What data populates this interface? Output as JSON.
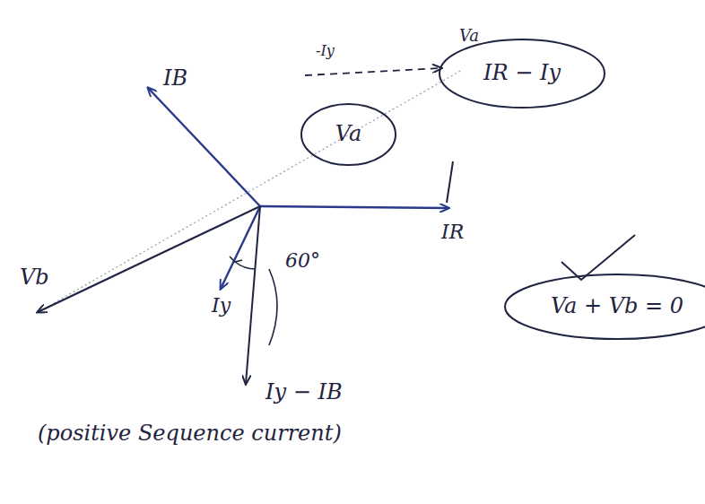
{
  "diagram": {
    "nodes": [
      {
        "text": [
          "IR − Iy"
        ]
      },
      {
        "text": [
          "Va"
        ]
      },
      {
        "text": [
          "Va + Vb = 0"
        ]
      }
    ],
    "labels": [
      "IB",
      "Vb",
      "Iy",
      "60°",
      "Iy − IB",
      "(positive Sequence current)",
      "IR",
      "-Iy",
      "Va"
    ]
  }
}
